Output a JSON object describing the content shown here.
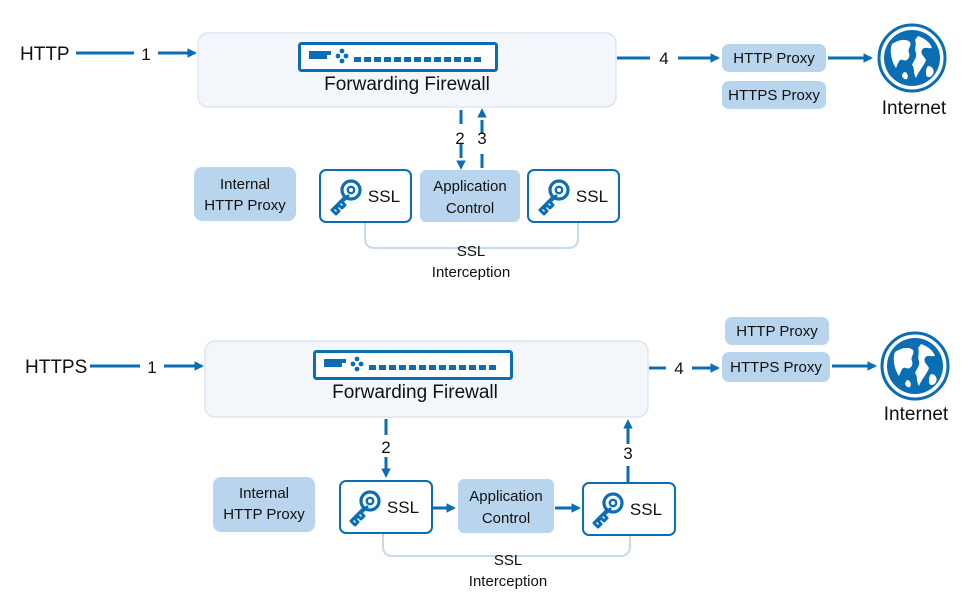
{
  "colors": {
    "arrow": "#0b6db3",
    "firewall_fill": "#f3f6fb",
    "firewall_stroke": "#dfe6f0",
    "pill_fill": "#b9d5ee",
    "ssl_box_stroke": "#0b6db3",
    "bracket": "#c8daea",
    "device": "#0b6db3"
  },
  "icons": {
    "ssl_key": "key-icon",
    "internet": "globe-icon",
    "firewall_device": "firewall-appliance-icon"
  },
  "top": {
    "source": "HTTP",
    "step1": "1",
    "step2": "2",
    "step3": "3",
    "step4": "4",
    "firewall": "Forwarding Firewall",
    "proxy_http": "HTTP Proxy",
    "proxy_https": "HTTPS Proxy",
    "internet": "Internet",
    "internal_proxy_line1": "Internal",
    "internal_proxy_line2": "HTTP Proxy",
    "ssl_left": "SSL",
    "ssl_right": "SSL",
    "app_control_line1": "Application",
    "app_control_line2": "Control",
    "interception_line1": "SSL",
    "interception_line2": "Interception"
  },
  "bottom": {
    "source": "HTTPS",
    "step1": "1",
    "step2": "2",
    "step3": "3",
    "step4": "4",
    "firewall": "Forwarding Firewall",
    "proxy_http": "HTTP Proxy",
    "proxy_https": "HTTPS Proxy",
    "internet": "Internet",
    "internal_proxy_line1": "Internal",
    "internal_proxy_line2": "HTTP Proxy",
    "ssl_left": "SSL",
    "ssl_right": "SSL",
    "app_control_line1": "Application",
    "app_control_line2": "Control",
    "interception_line1": "SSL",
    "interception_line2": "Interception"
  }
}
